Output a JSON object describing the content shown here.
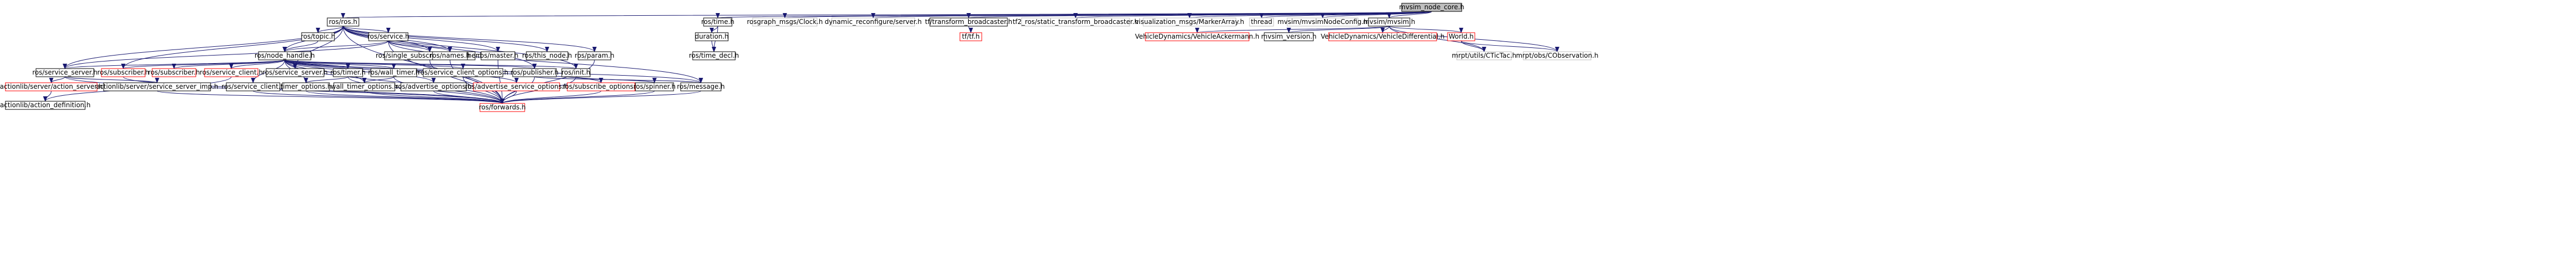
{
  "colors": {
    "edge": "#191970",
    "box_black": "#000000",
    "box_red": "#ff0000",
    "box_grey": "#bfbfbf",
    "box_root_fill": "#bfbfbf",
    "box_fill": "#ffffff"
  },
  "nodes": [
    {
      "id": "root",
      "label": "mvsim_node_core.h",
      "style": "root"
    },
    {
      "id": "ros",
      "label": "ros/ros.h",
      "style": "black"
    },
    {
      "id": "time",
      "label": "ros/time.h",
      "style": "black"
    },
    {
      "id": "clock",
      "label": "rosgraph_msgs/Clock.h",
      "style": "grey"
    },
    {
      "id": "dynserver",
      "label": "dynamic_reconfigure/server.h",
      "style": "grey"
    },
    {
      "id": "tfbroad",
      "label": "tf/transform_broadcaster.h",
      "style": "black"
    },
    {
      "id": "tf2static",
      "label": "tf2_ros/static_transform_broadcaster.h",
      "style": "grey"
    },
    {
      "id": "markerarray",
      "label": "visualization_msgs/MarkerArray.h",
      "style": "grey"
    },
    {
      "id": "thread",
      "label": "thread",
      "style": "grey"
    },
    {
      "id": "nodeconfig",
      "label": "mvsim/mvsimNodeConfig.h",
      "style": "grey"
    },
    {
      "id": "mvsimh",
      "label": "mvsim/mvsim.h",
      "style": "black"
    },
    {
      "id": "topic",
      "label": "ros/topic.h",
      "style": "black"
    },
    {
      "id": "service",
      "label": "ros/service.h",
      "style": "black"
    },
    {
      "id": "duration",
      "label": "duration.h",
      "style": "black"
    },
    {
      "id": "tfh",
      "label": "tf/tf.h",
      "style": "red"
    },
    {
      "id": "ackermann",
      "label": "VehicleDynamics/VehicleAckermann.h",
      "style": "red"
    },
    {
      "id": "version",
      "label": "mvsim_version.h",
      "style": "black"
    },
    {
      "id": "differential",
      "label": "VehicleDynamics/VehicleDifferential.h",
      "style": "red"
    },
    {
      "id": "world",
      "label": "World.h",
      "style": "red"
    },
    {
      "id": "nodehandle",
      "label": "ros/node_handle.h",
      "style": "black"
    },
    {
      "id": "single",
      "label": "ros/single_subscriber_publisher.h",
      "style": "black"
    },
    {
      "id": "names",
      "label": "ros/names.h",
      "style": "black"
    },
    {
      "id": "master",
      "label": "ros/master.h",
      "style": "black"
    },
    {
      "id": "thisnode",
      "label": "ros/this_node.h",
      "style": "black"
    },
    {
      "id": "param",
      "label": "ros/param.h",
      "style": "black"
    },
    {
      "id": "rostimedecl",
      "label": "ros/time_decl.h",
      "style": "black"
    },
    {
      "id": "ctictac",
      "label": "mrpt/utils/CTicTac.h",
      "style": "grey"
    },
    {
      "id": "cobservation",
      "label": "mrpt/obs/CObservation.h",
      "style": "grey"
    },
    {
      "id": "serviceserver1",
      "label": "ros/service_server.h",
      "style": "black"
    },
    {
      "id": "subscriber1",
      "label": "ros/subscriber.h",
      "style": "red"
    },
    {
      "id": "subscriber2",
      "label": "ros/subscriber.h",
      "style": "red"
    },
    {
      "id": "serviceclient1",
      "label": "ros/service_client.h",
      "style": "red"
    },
    {
      "id": "serviceserver2",
      "label": "ros/service_server.h",
      "style": "black"
    },
    {
      "id": "timer",
      "label": "ros/timer.h",
      "style": "black"
    },
    {
      "id": "walltimer",
      "label": "ros/wall_timer.h",
      "style": "black"
    },
    {
      "id": "scoptions",
      "label": "ros/service_client_options.h",
      "style": "black"
    },
    {
      "id": "publisher",
      "label": "ros/publisher.h",
      "style": "black"
    },
    {
      "id": "init",
      "label": "ros/init.h",
      "style": "black"
    },
    {
      "id": "actionserver",
      "label": "actionlib/server/action_server.h",
      "style": "red"
    },
    {
      "id": "ssimp",
      "label": "actionlib/server/service_server_imp.h",
      "style": "black"
    },
    {
      "id": "serviceclient2",
      "label": "ros/service_client.h",
      "style": "black"
    },
    {
      "id": "timeroptions",
      "label": "timer_options.h",
      "style": "black"
    },
    {
      "id": "walltimeroptions",
      "label": "wall_timer_options.h",
      "style": "black"
    },
    {
      "id": "advoptions",
      "label": "ros/advertise_options.h",
      "style": "black"
    },
    {
      "id": "advserviceoptions",
      "label": "ros/advertise_service_options.h",
      "style": "red"
    },
    {
      "id": "suboptions",
      "label": "ros/subscribe_options.h",
      "style": "red"
    },
    {
      "id": "spinner",
      "label": "ros/spinner.h",
      "style": "black"
    },
    {
      "id": "message",
      "label": "ros/message.h",
      "style": "black"
    },
    {
      "id": "actiondef",
      "label": "actionlib/action_definition.h",
      "style": "black"
    },
    {
      "id": "forwards",
      "label": "ros/forwards.h",
      "style": "red"
    }
  ],
  "edges": [
    [
      "root",
      "ros"
    ],
    [
      "root",
      "time"
    ],
    [
      "root",
      "clock"
    ],
    [
      "root",
      "dynserver"
    ],
    [
      "root",
      "tfbroad"
    ],
    [
      "root",
      "tf2static"
    ],
    [
      "root",
      "markerarray"
    ],
    [
      "root",
      "thread"
    ],
    [
      "root",
      "nodeconfig"
    ],
    [
      "root",
      "mvsimh"
    ],
    [
      "ros",
      "topic"
    ],
    [
      "ros",
      "service"
    ],
    [
      "ros",
      "nodehandle"
    ],
    [
      "ros",
      "single"
    ],
    [
      "ros",
      "names"
    ],
    [
      "ros",
      "master"
    ],
    [
      "ros",
      "thisnode"
    ],
    [
      "ros",
      "param"
    ],
    [
      "ros",
      "publisher"
    ],
    [
      "ros",
      "init"
    ],
    [
      "ros",
      "serviceserver1"
    ],
    [
      "ros",
      "subscriber1"
    ],
    [
      "ros",
      "serviceserver2"
    ],
    [
      "ros",
      "forwards"
    ],
    [
      "time",
      "duration"
    ],
    [
      "time",
      "rostimedecl"
    ],
    [
      "duration",
      "rostimedecl"
    ],
    [
      "tfbroad",
      "tfh"
    ],
    [
      "mvsimh",
      "ackermann"
    ],
    [
      "mvsimh",
      "version"
    ],
    [
      "mvsimh",
      "differential"
    ],
    [
      "mvsimh",
      "world"
    ],
    [
      "mvsimh",
      "ctictac"
    ],
    [
      "mvsimh",
      "cobservation"
    ],
    [
      "world",
      "ctictac"
    ],
    [
      "world",
      "cobservation"
    ],
    [
      "topic",
      "nodehandle"
    ],
    [
      "service",
      "nodehandle"
    ],
    [
      "service",
      "single"
    ],
    [
      "service",
      "names"
    ],
    [
      "service",
      "forwards"
    ],
    [
      "service",
      "serviceserver1"
    ],
    [
      "service",
      "message"
    ],
    [
      "nodehandle",
      "serviceserver1"
    ],
    [
      "nodehandle",
      "subscriber1"
    ],
    [
      "nodehandle",
      "subscriber2"
    ],
    [
      "nodehandle",
      "serviceclient1"
    ],
    [
      "nodehandle",
      "serviceserver2"
    ],
    [
      "nodehandle",
      "timer"
    ],
    [
      "nodehandle",
      "walltimer"
    ],
    [
      "nodehandle",
      "scoptions"
    ],
    [
      "nodehandle",
      "publisher"
    ],
    [
      "nodehandle",
      "init"
    ],
    [
      "nodehandle",
      "advoptions"
    ],
    [
      "nodehandle",
      "advserviceoptions"
    ],
    [
      "nodehandle",
      "suboptions"
    ],
    [
      "nodehandle",
      "timeroptions"
    ],
    [
      "nodehandle",
      "walltimeroptions"
    ],
    [
      "nodehandle",
      "forwards"
    ],
    [
      "nodehandle",
      "serviceclient2"
    ],
    [
      "nodehandle",
      "message"
    ],
    [
      "serviceserver1",
      "actionserver"
    ],
    [
      "serviceserver1",
      "ssimp"
    ],
    [
      "serviceserver1",
      "forwards"
    ],
    [
      "subscriber1",
      "forwards"
    ],
    [
      "serviceclient1",
      "actiondef"
    ],
    [
      "actionserver",
      "actiondef"
    ],
    [
      "ssimp",
      "forwards"
    ],
    [
      "timer",
      "timeroptions"
    ],
    [
      "timer",
      "forwards"
    ],
    [
      "walltimer",
      "walltimeroptions"
    ],
    [
      "walltimer",
      "forwards"
    ],
    [
      "scoptions",
      "forwards"
    ],
    [
      "publisher",
      "message"
    ],
    [
      "publisher",
      "forwards"
    ],
    [
      "init",
      "spinner"
    ],
    [
      "init",
      "forwards"
    ],
    [
      "single",
      "forwards"
    ],
    [
      "names",
      "forwards"
    ],
    [
      "master",
      "forwards"
    ],
    [
      "param",
      "forwards"
    ],
    [
      "serviceclient2",
      "forwards"
    ],
    [
      "timeroptions",
      "forwards"
    ],
    [
      "walltimeroptions",
      "forwards"
    ],
    [
      "advoptions",
      "forwards"
    ],
    [
      "advserviceoptions",
      "forwards"
    ],
    [
      "suboptions",
      "forwards"
    ],
    [
      "message",
      "forwards"
    ],
    [
      "spinner",
      "forwards"
    ]
  ]
}
